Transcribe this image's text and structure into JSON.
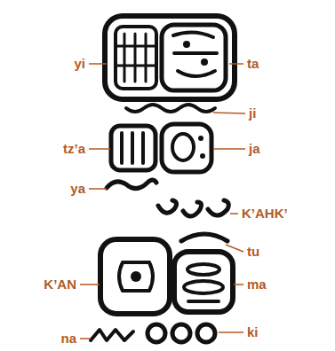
{
  "diagram": {
    "labels": [
      "yi",
      "ta",
      "ji",
      "tz’a",
      "ja",
      "ya",
      "K’AHK’",
      "tu",
      "K’AN",
      "ma",
      "na",
      "ki"
    ]
  }
}
